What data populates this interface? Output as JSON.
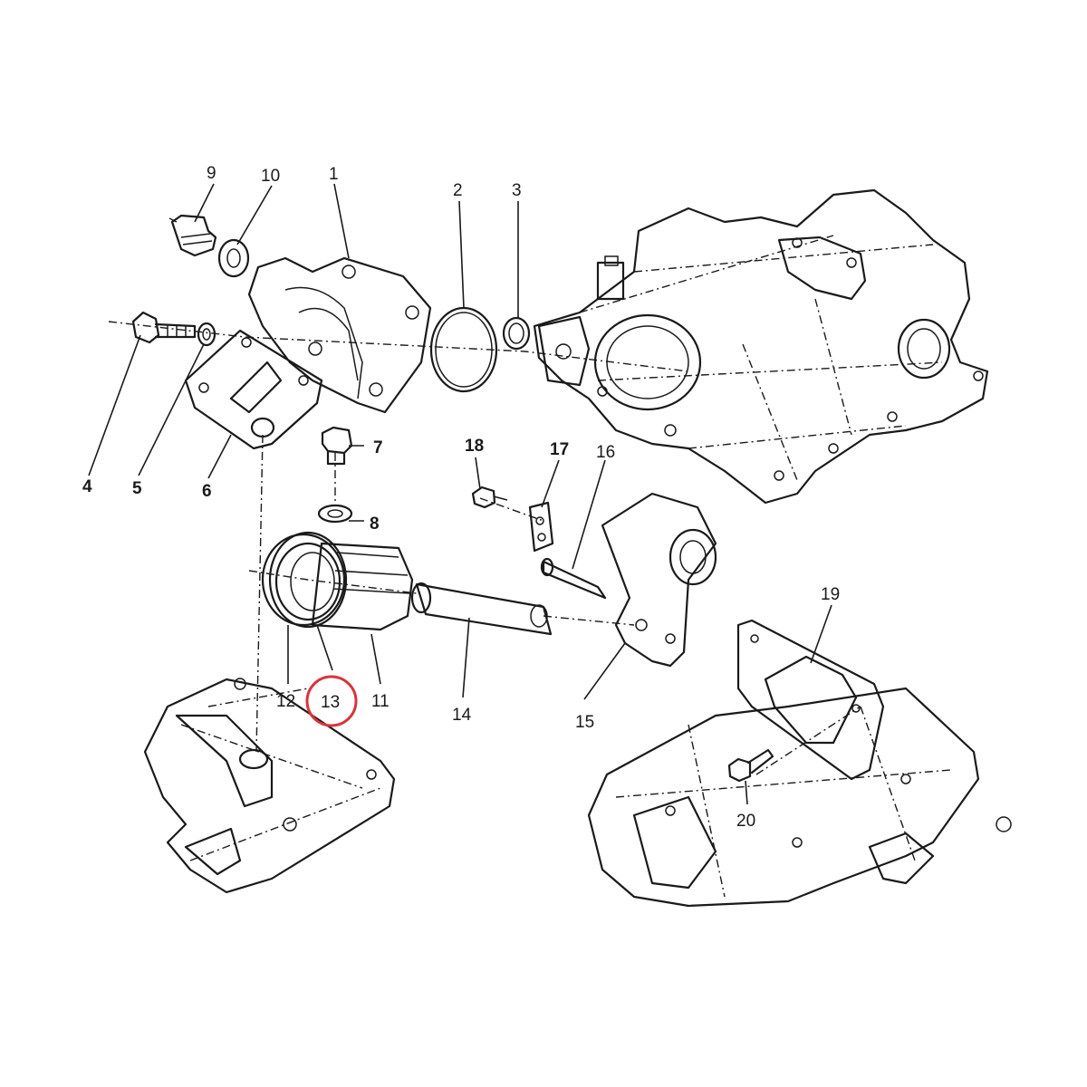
{
  "diagram": {
    "labels": [
      "1",
      "2",
      "3",
      "4",
      "5",
      "6",
      "7",
      "8",
      "9",
      "10",
      "11",
      "12",
      "13",
      "14",
      "15",
      "16",
      "17",
      "18",
      "19",
      "20"
    ],
    "highlighted_label": "13",
    "highlight_color": "#d9343b",
    "line_color": "#1a1a1a"
  }
}
